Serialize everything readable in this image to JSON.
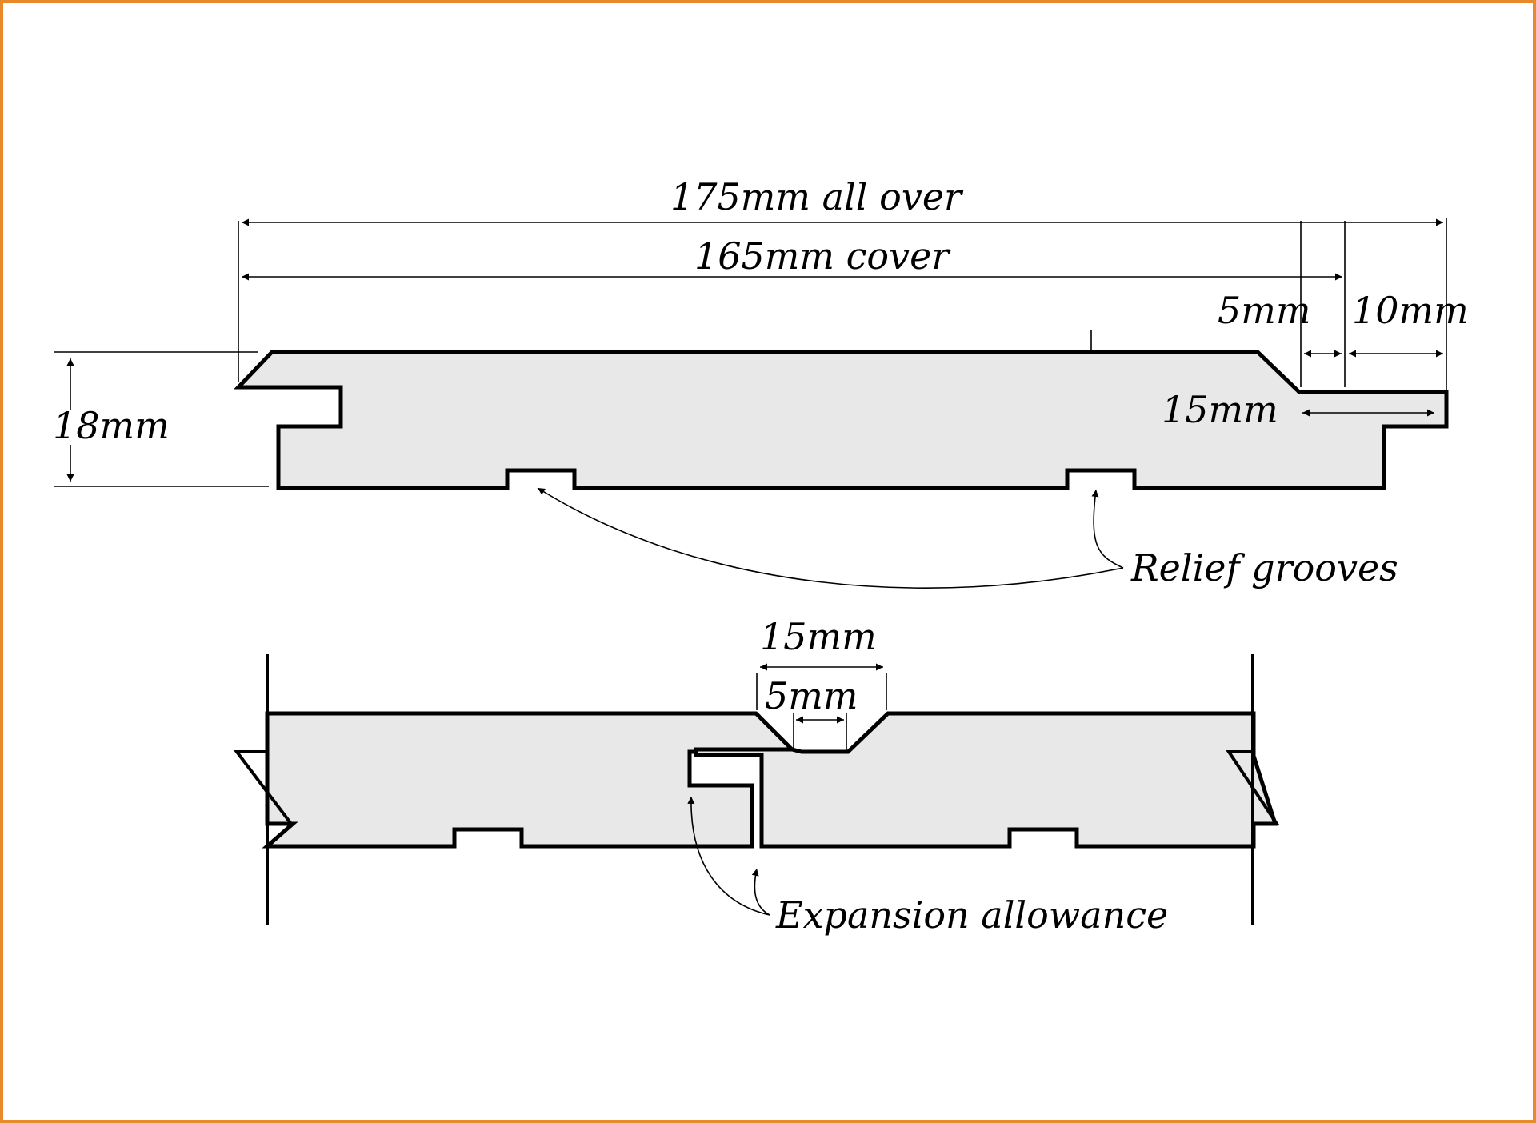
{
  "labels": {
    "overall_width": "175mm all over",
    "cover_width": "165mm cover",
    "gap_5mm": "5mm",
    "gap_10mm": "10mm",
    "tongue_15mm": "15mm",
    "thickness": "18mm",
    "relief": "Relief grooves",
    "joint_15mm": "15mm",
    "joint_5mm": "5mm",
    "expansion": "Expansion allowance"
  },
  "colors": {
    "frame": "#e8892b",
    "board_fill": "#e8e8e8",
    "line": "#000000"
  }
}
